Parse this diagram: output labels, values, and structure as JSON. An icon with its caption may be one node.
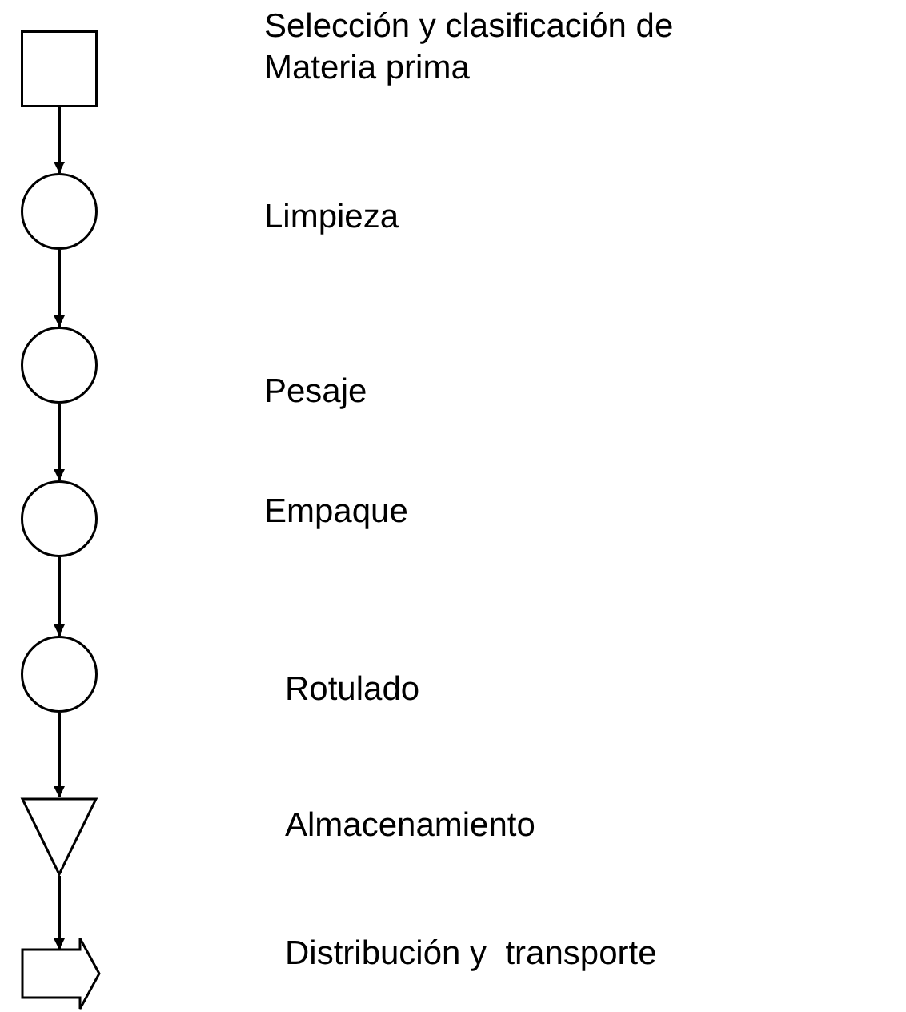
{
  "diagram": {
    "nodes": [
      {
        "text": [],
        "shape": "box"
      },
      {
        "text": [],
        "shape": "circle"
      },
      {
        "text": [],
        "shape": "circle"
      },
      {
        "text": [],
        "shape": "circle"
      },
      {
        "text": [],
        "shape": "circle"
      },
      {
        "text": [],
        "shape": "triangle"
      },
      {
        "text": [],
        "shape": "arrow"
      }
    ],
    "edges": [
      {
        "from": 0,
        "to": 1,
        "arrow": "to"
      },
      {
        "from": 1,
        "to": 2,
        "arrow": "to"
      },
      {
        "from": 2,
        "to": 3,
        "arrow": "to"
      },
      {
        "from": 3,
        "to": 4,
        "arrow": "to"
      },
      {
        "from": 4,
        "to": 5,
        "arrow": "to"
      },
      {
        "from": 5,
        "to": 6,
        "arrow": "to"
      }
    ],
    "labels": [
      "Selección y clasificación de Materia prima",
      "Limpieza",
      "Pesaje",
      "Empaque",
      "Rotulado",
      "Almacenamiento",
      "Distribución y  transporte"
    ]
  }
}
